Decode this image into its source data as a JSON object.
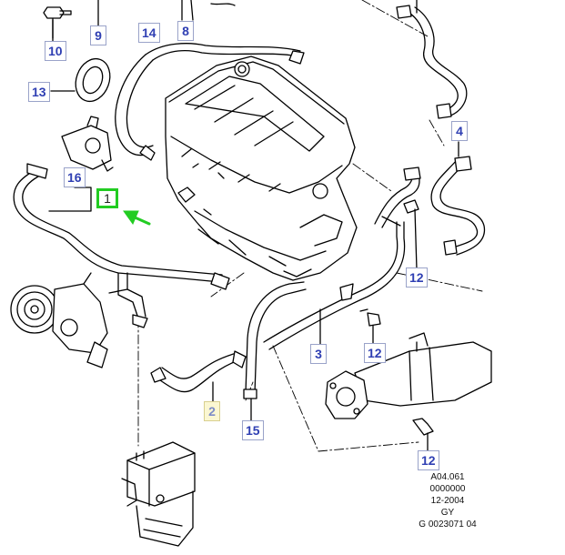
{
  "callouts": {
    "c10": "10",
    "c9": "9",
    "c14": "14",
    "c8": "8",
    "c13": "13",
    "c16": "16",
    "c4": "4",
    "c12a": "12",
    "c12b": "12",
    "c3": "3",
    "c2": "2",
    "c15": "15",
    "c12c": "12",
    "selected": "1"
  },
  "info_block": {
    "line1": "A04.061",
    "line2": "0000000",
    "line3": "12-2004",
    "line4": "GY",
    "line5": "G 0023071 04"
  },
  "colors": {
    "callout_text": "#2f3fb3",
    "selection_box": "#22cc22",
    "highlight_fill": "#fbf7d2"
  }
}
